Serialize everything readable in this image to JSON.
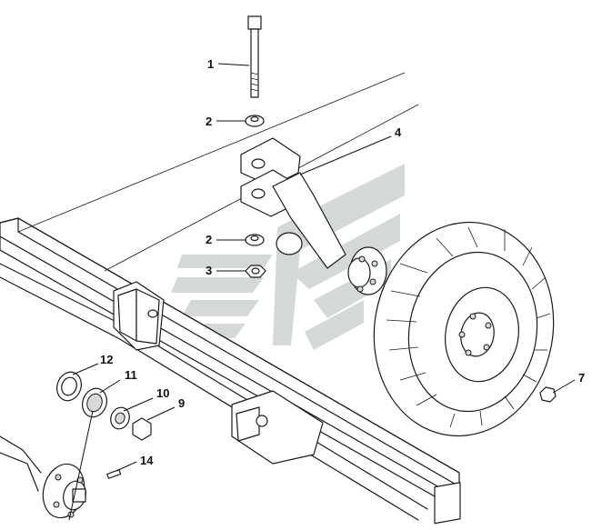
{
  "diagram": {
    "callouts": [
      {
        "id": "c1",
        "label": "1"
      },
      {
        "id": "c2a",
        "label": "2"
      },
      {
        "id": "c4",
        "label": "4"
      },
      {
        "id": "c2b",
        "label": "2"
      },
      {
        "id": "c3",
        "label": "3"
      },
      {
        "id": "c7",
        "label": "7"
      },
      {
        "id": "c12",
        "label": "12"
      },
      {
        "id": "c11",
        "label": "11"
      },
      {
        "id": "c10",
        "label": "10"
      },
      {
        "id": "c9",
        "label": "9"
      },
      {
        "id": "c14",
        "label": "14"
      }
    ],
    "colors": {
      "line": "#1a1a1a",
      "watermark": "#c8cdc8",
      "fill": "#ffffff"
    }
  }
}
